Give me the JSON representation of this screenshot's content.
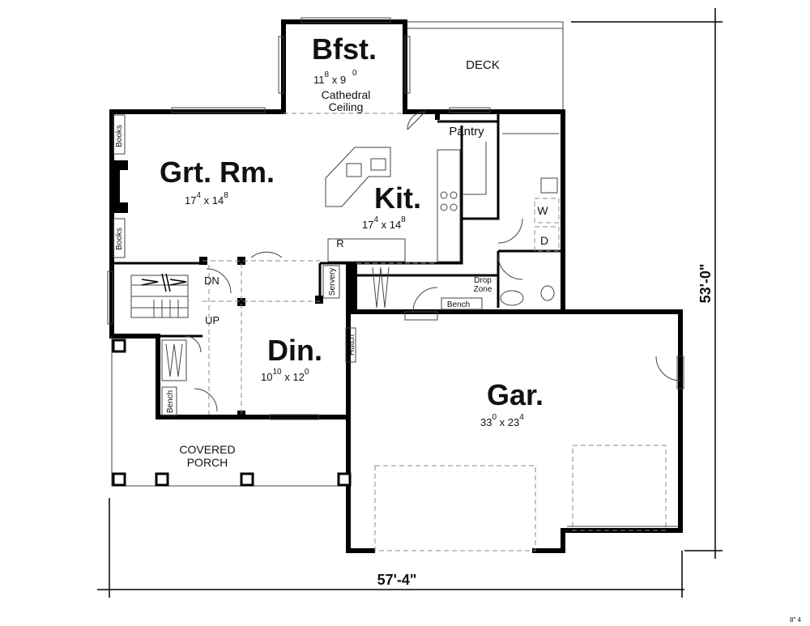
{
  "rooms": {
    "bfst": {
      "name": "Bfst.",
      "dim_w": "11",
      "dim_w_in": "8",
      "dim_x": "x",
      "dim_h": "9",
      "dim_h_in": "0",
      "note1": "Cathedral",
      "note2": "Ceiling"
    },
    "deck": {
      "name": "DECK"
    },
    "grt_rm": {
      "name": "Grt. Rm.",
      "dim_w": "17",
      "dim_w_in": "4",
      "dim_x": "x",
      "dim_h": "14",
      "dim_h_in": "8"
    },
    "kit": {
      "name": "Kit.",
      "dim_w": "17",
      "dim_w_in": "4",
      "dim_x": "x",
      "dim_h": "14",
      "dim_h_in": "8"
    },
    "pantry": {
      "name": "Pantry"
    },
    "din": {
      "name": "Din.",
      "dim_w": "10",
      "dim_w_in": "10",
      "dim_x": "x",
      "dim_h": "12",
      "dim_h_in": "0"
    },
    "gar": {
      "name": "Gar.",
      "dim_w": "33",
      "dim_w_in": "0",
      "dim_x": "x",
      "dim_h": "23",
      "dim_h_in": "4"
    },
    "porch": {
      "line1": "COVERED",
      "line2": "PORCH"
    }
  },
  "labels": {
    "books_top": "Books",
    "books_bottom": "Books",
    "range": "R",
    "servery": "Servery",
    "drop1": "Drop",
    "drop2": "Zone",
    "bench_mud": "Bench",
    "bench_entry": "Bench",
    "washer": "W",
    "dryer": "D",
    "down": "DN",
    "up": "UP",
    "hutch": "Hutch"
  },
  "dimensions": {
    "width": "57'-4\"",
    "depth": "53'-0\""
  },
  "corner_mark": "8″ 4"
}
